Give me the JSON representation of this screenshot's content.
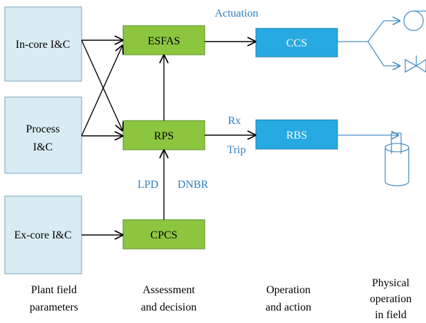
{
  "sources": {
    "in_core": "In-core I&C",
    "process_line1": "Process",
    "process_line2": "I&C",
    "ex_core": "Ex-core I&C"
  },
  "assessment": {
    "esfas": "ESFAS",
    "rps": "RPS",
    "cpcs": "CPCS"
  },
  "action": {
    "ccs": "CCS",
    "rbs": "RBS"
  },
  "signals": {
    "actuation": "Actuation",
    "rx": "Rx",
    "trip": "Trip",
    "lpd": "LPD",
    "dnbr": "DNBR"
  },
  "columns": {
    "plant_line1": "Plant field",
    "plant_line2": "parameters",
    "assess_line1": "Assessment",
    "assess_line2": "and decision",
    "operation_line1": "Operation",
    "operation_line2": "and action",
    "physical_line1": "Physical",
    "physical_line2": "operation",
    "physical_line3": "in field"
  },
  "colors": {
    "source_fill": "#d9ebf3",
    "source_stroke": "#7aa6bd",
    "assess_fill": "#8cc63f",
    "action_fill": "#27a9e1",
    "signal_text": "#2f7fc1",
    "field_line": "#4a8fc8"
  }
}
